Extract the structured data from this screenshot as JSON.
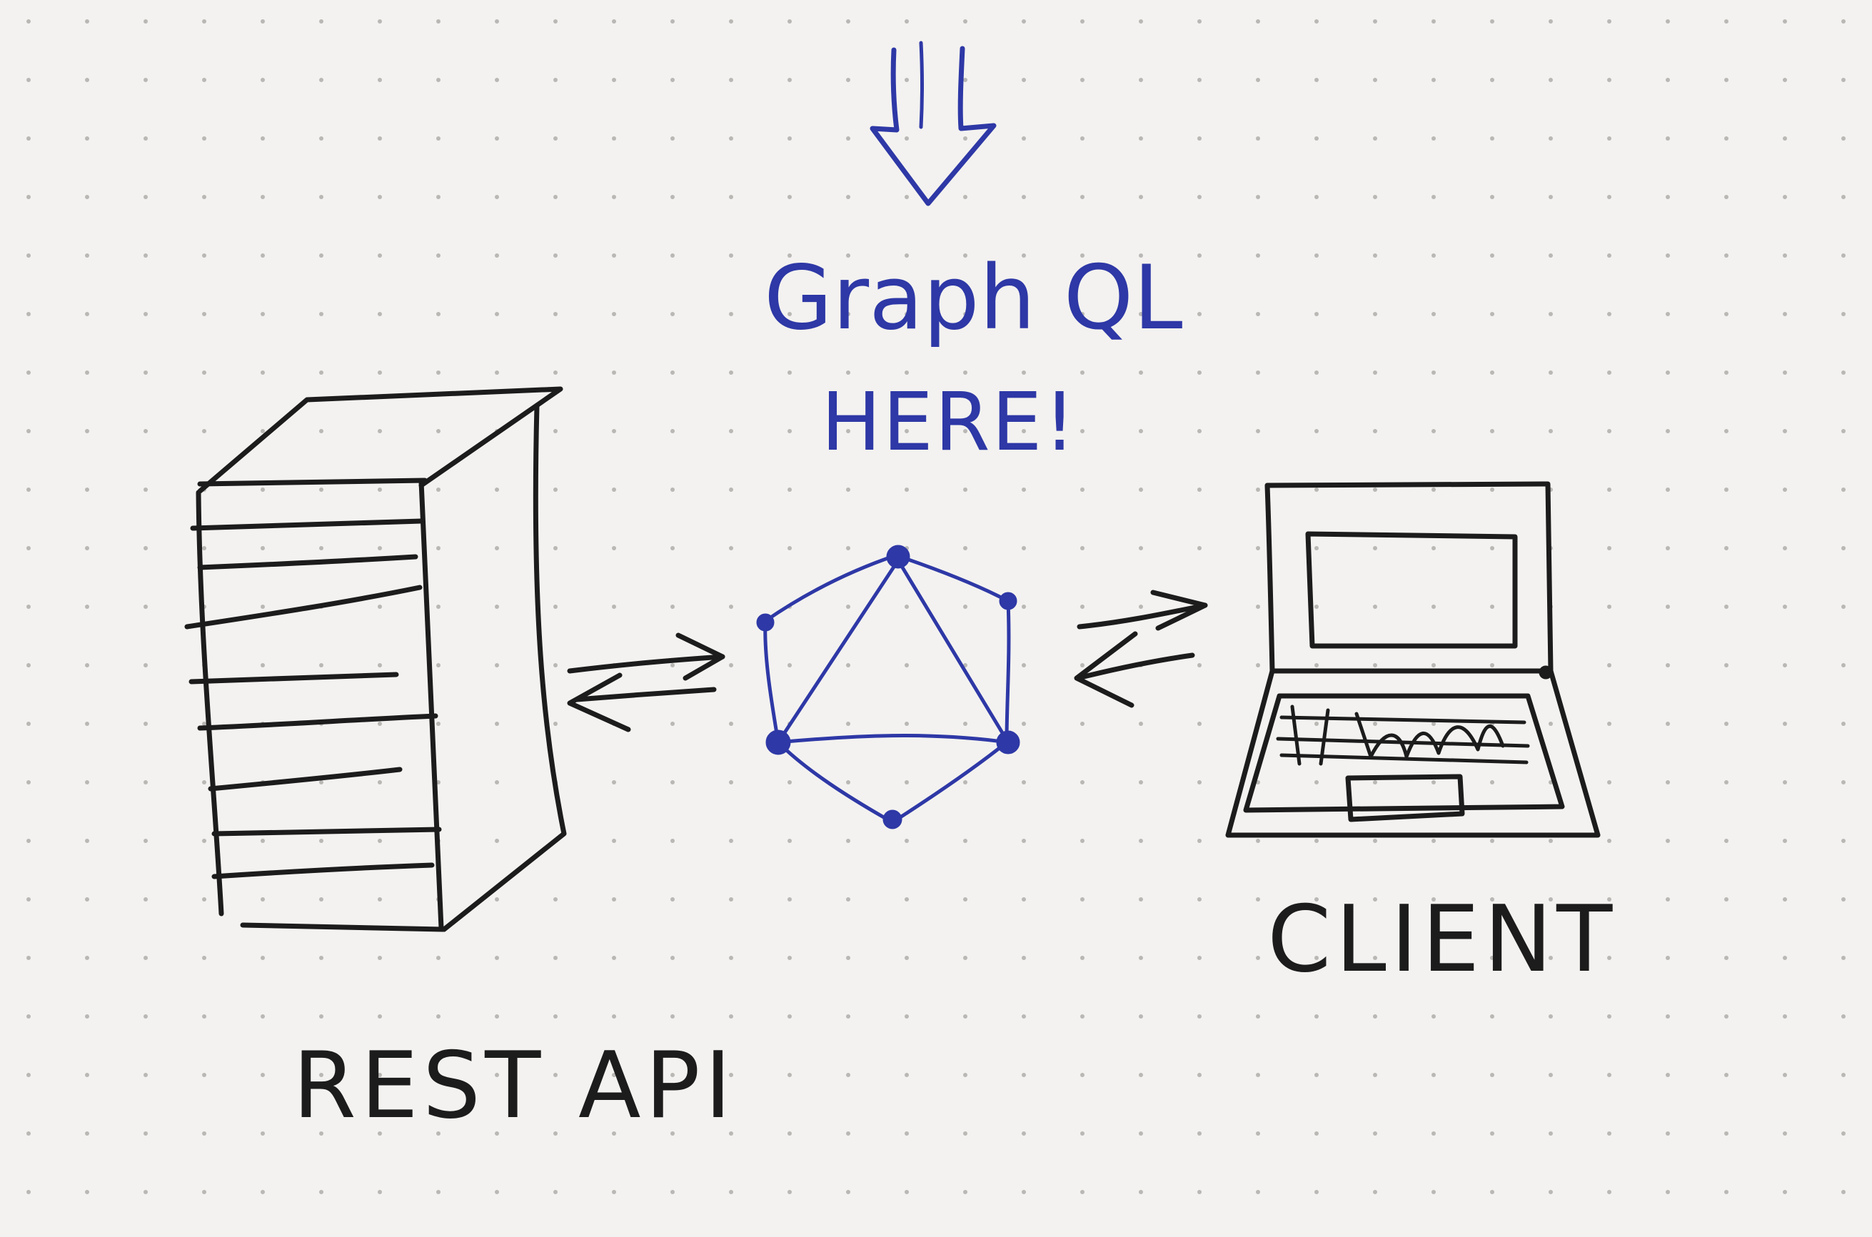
{
  "labels": {
    "graphql": "Graph QL",
    "here": "HERE!",
    "rest_api": "REST API",
    "client": "CLIENT"
  },
  "colors": {
    "paper": "#f3f2f0",
    "dot": "#b9b8b5",
    "black_ink": "#1c1c1c",
    "blue_ink": "#2e38a6"
  },
  "icons": {
    "server": "server-icon",
    "graphql_logo": "graphql-logo-icon",
    "laptop": "laptop-icon",
    "down_arrow": "down-arrow-icon",
    "bidirectional_arrows": "bidirectional-arrows-icon"
  }
}
